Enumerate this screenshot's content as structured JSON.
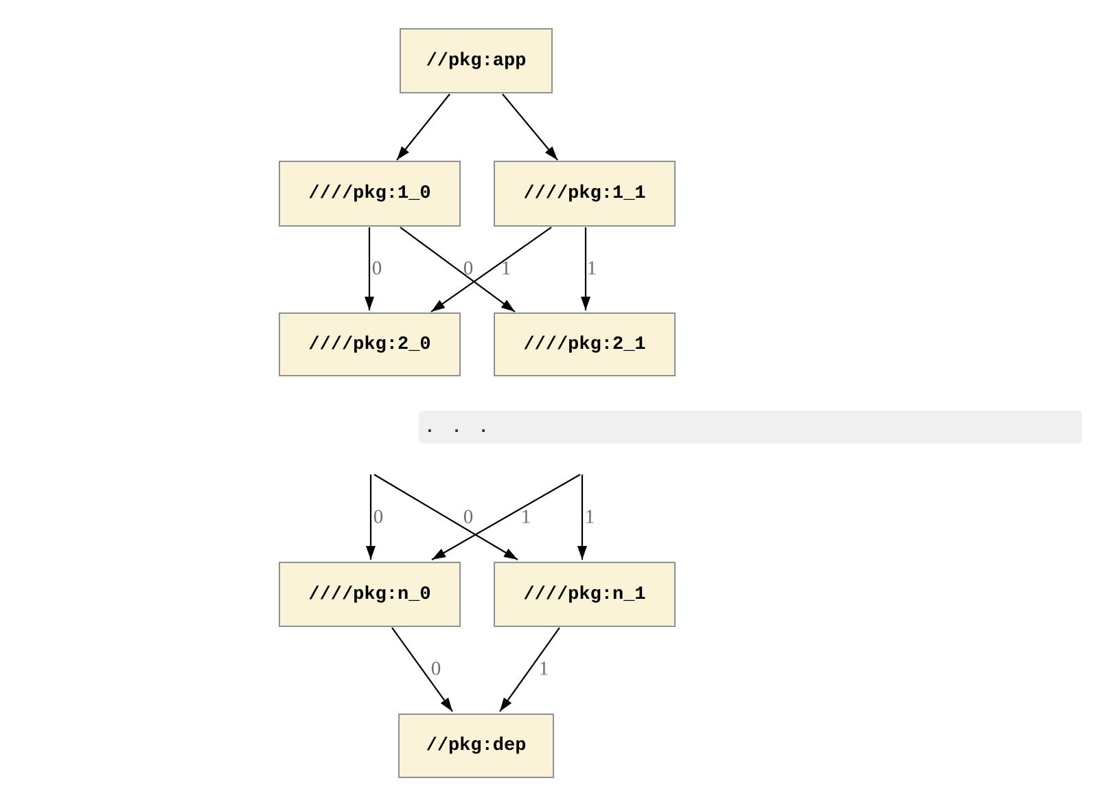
{
  "diagram": {
    "type": "dependency-graph",
    "description": "Build target dependency graph with versioned package nodes",
    "nodes": [
      {
        "id": "app",
        "label": "//pkg:app"
      },
      {
        "id": "1_0",
        "label": "////pkg:1_0"
      },
      {
        "id": "1_1",
        "label": "////pkg:1_1"
      },
      {
        "id": "2_0",
        "label": "////pkg:2_0"
      },
      {
        "id": "2_1",
        "label": "////pkg:2_1"
      },
      {
        "id": "n_0",
        "label": "////pkg:n_0"
      },
      {
        "id": "n_1",
        "label": "////pkg:n_1"
      },
      {
        "id": "dep",
        "label": "//pkg:dep"
      }
    ],
    "ellipsis": ". . .",
    "edges": [
      {
        "from": "//pkg:app",
        "to": "////pkg:1_0"
      },
      {
        "from": "//pkg:app",
        "to": "////pkg:1_1"
      },
      {
        "from": "////pkg:1_0",
        "to": "////pkg:2_0",
        "label": "0"
      },
      {
        "from": "////pkg:1_0",
        "to": "////pkg:2_1",
        "label": "1"
      },
      {
        "from": "////pkg:1_1",
        "to": "////pkg:2_0",
        "label": "0"
      },
      {
        "from": "////pkg:1_1",
        "to": "////pkg:2_1",
        "label": "1"
      },
      {
        "from": "...",
        "to": "////pkg:n_0",
        "label": "0"
      },
      {
        "from": "...",
        "to": "////pkg:n_1",
        "label": "1"
      },
      {
        "from": "...",
        "to": "////pkg:n_0",
        "label": "0"
      },
      {
        "from": "...",
        "to": "////pkg:n_1",
        "label": "1"
      },
      {
        "from": "////pkg:n_0",
        "to": "//pkg:dep",
        "label": "0"
      },
      {
        "from": "////pkg:n_1",
        "to": "//pkg:dep",
        "label": "1"
      }
    ],
    "colors": {
      "background": "#ffffff",
      "node_fill": "#fbf3d8",
      "node_border": "#8c9196",
      "node_text": "#000000",
      "edge": "#000000",
      "edge_label": "#6f6f6f",
      "band_bg": "#f0f0f0",
      "ellipsis_dots": "#2e2e2e"
    }
  }
}
